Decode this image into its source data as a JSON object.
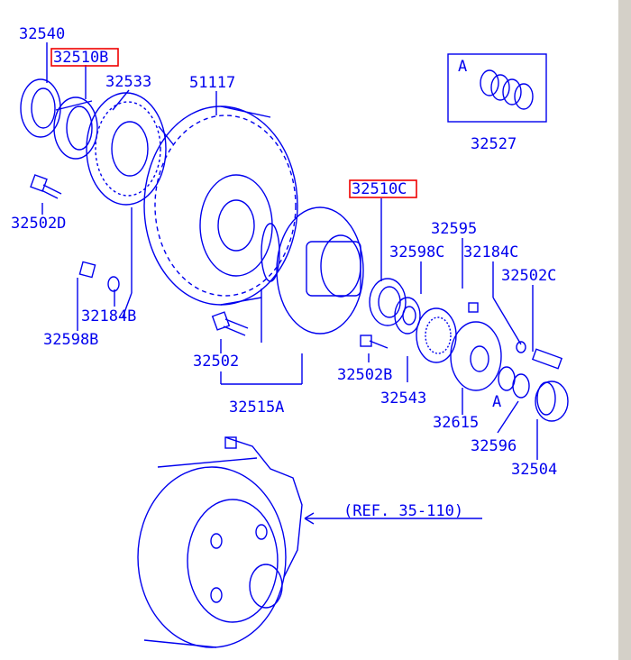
{
  "colors": {
    "ink": "#0000ee",
    "highlight": "#ee0000",
    "paper": "#ffffff",
    "border": "#d4d0c8"
  },
  "labels": {
    "p32540": "32540",
    "p32510b": "32510B",
    "p32533": "32533",
    "p51117": "51117",
    "p32527": "32527",
    "p32527_key": "A",
    "p32502d": "32502D",
    "p32510c": "32510C",
    "p32595": "32595",
    "p32598c": "32598C",
    "p32184c": "32184C",
    "p32502c": "32502C",
    "p32184b": "32184B",
    "p32598b": "32598B",
    "p32502": "32502",
    "p32502b": "32502B",
    "p32543": "32543",
    "p32615": "32615",
    "p32615_key": "A",
    "p32515a": "32515A",
    "p32596": "32596",
    "p32504": "32504",
    "ref": "(REF. 35-110)"
  }
}
